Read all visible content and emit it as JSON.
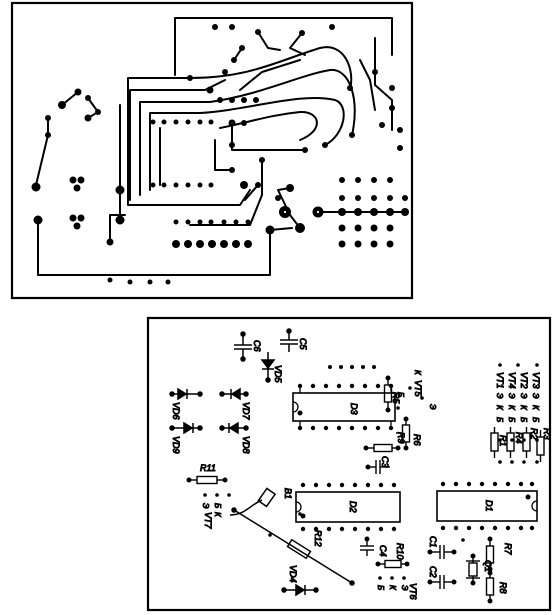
{
  "top_board": {},
  "bottom_board": {
    "labels": {
      "C6": "C6",
      "C5": "C5",
      "VD5": "VD5",
      "VD6": "VD6",
      "VD7": "VD7",
      "VD8": "VD8",
      "VD9": "VD9",
      "D3": "D3",
      "D2": "D2",
      "D1": "D1",
      "R1": "R1",
      "R2": "R2",
      "R3": "R3",
      "R4": "R4",
      "R5": "R5",
      "R6": "R6",
      "R7": "R7",
      "R8": "R8",
      "R9": "R9",
      "R10": "R10",
      "R11": "R11",
      "R12": "R12",
      "C1": "C1",
      "C2": "C2",
      "C3": "C3",
      "C4": "C4",
      "B1": "B1",
      "Q1": "Q1",
      "VD4": "VD4",
      "VT1": "VT1",
      "VT2": "VT2",
      "VT3": "VT3",
      "VT4": "VT4",
      "VT5": "VT5",
      "VT6": "VT6",
      "VT7": "VT7",
      "pin_e": "Э",
      "pin_k": "К",
      "pin_b": "Б"
    }
  }
}
